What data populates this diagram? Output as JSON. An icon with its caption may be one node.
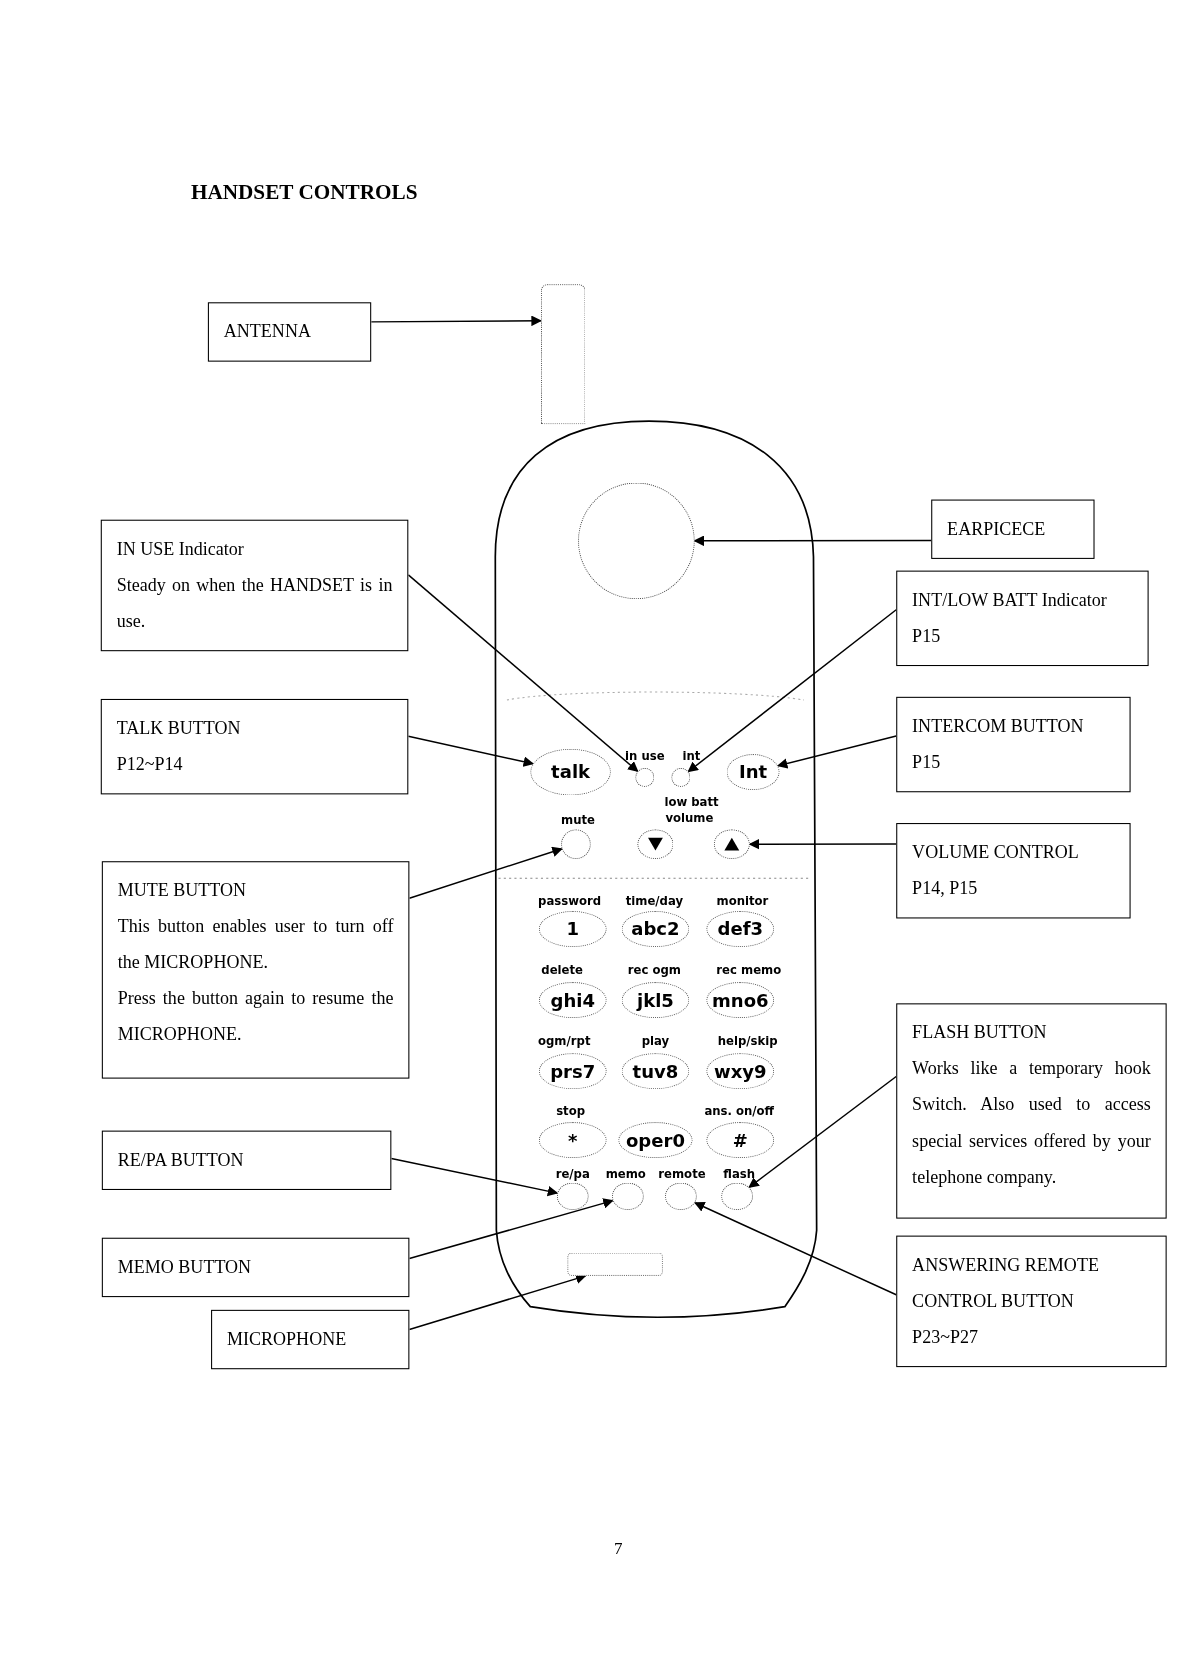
{
  "diagram": {
    "title": "HANDSET CONTROLS",
    "nodes": [
      {
        "text": [
          "ANTENNA"
        ]
      },
      {
        "text": [],
        "shape": "bar"
      },
      {
        "text": [],
        "shape": "circle"
      },
      {
        "text": [
          "EARPICECE"
        ]
      },
      {
        "text": [
          "IN USE Indicator",
          "Steady on when the HANDSET is in use."
        ]
      },
      {
        "text": [
          "INT/LOW BATT Indicator",
          "P15"
        ]
      },
      {
        "text": [
          "TALK BUTTON",
          "P12~P14"
        ]
      },
      {
        "text": [
          "INTERCOM BUTTON",
          "P15"
        ]
      },
      {
        "text": [
          "talk"
        ]
      },
      {
        "text": [],
        "shape": "circle",
        "beside": [
          "in use"
        ]
      },
      {
        "text": [],
        "shape": "circle",
        "beside": [
          "int",
          "low batt"
        ]
      },
      {
        "text": [
          "Int"
        ]
      },
      {
        "text": [],
        "shape": "circle",
        "beside": [
          "mute"
        ]
      },
      {
        "text": [],
        "shape": "circle"
      },
      {
        "text": [],
        "shape": "circle"
      },
      {
        "text": [
          "VOLUME CONTROL",
          "P14, P15"
        ]
      },
      {
        "text": [
          "MUTE BUTTON",
          "This button enables user to turn off the MICROPHONE.",
          "Press the button again to resume the MICROPHONE."
        ]
      },
      {
        "text": [
          "1"
        ],
        "beside": [
          "password"
        ]
      },
      {
        "text": [
          "abc2"
        ],
        "beside": [
          "time/day"
        ]
      },
      {
        "text": [
          "def3"
        ],
        "beside": [
          "monitor"
        ]
      },
      {
        "text": [
          "ghi4"
        ],
        "beside": [
          "delete"
        ]
      },
      {
        "text": [
          "jkl5"
        ],
        "beside": [
          "rec ogm"
        ]
      },
      {
        "text": [
          "mno6"
        ],
        "beside": [
          "rec memo"
        ]
      },
      {
        "text": [
          "prs7"
        ],
        "beside": [
          "ogm/rpt"
        ]
      },
      {
        "text": [
          "tuv8"
        ],
        "beside": [
          "play"
        ]
      },
      {
        "text": [
          "wxy9"
        ],
        "beside": [
          "help/skip"
        ]
      },
      {
        "text": [
          "FLASH BUTTON",
          "Works like a temporary hook Switch. Also used to access special services offered by your telephone company."
        ]
      },
      {
        "text": [
          "*"
        ],
        "beside": [
          "stop"
        ]
      },
      {
        "text": [
          "oper0"
        ]
      },
      {
        "text": [
          "#"
        ],
        "beside": [
          "ans. on/off"
        ]
      },
      {
        "text": [
          "RE/PA BUTTON"
        ]
      },
      {
        "text": [],
        "shape": "circle",
        "beside": [
          "re/pa"
        ]
      },
      {
        "text": [],
        "shape": "circle",
        "beside": [
          "memo"
        ]
      },
      {
        "text": [],
        "shape": "circle",
        "beside": [
          "remote"
        ]
      },
      {
        "text": [],
        "shape": "circle",
        "beside": [
          "flash"
        ]
      },
      {
        "text": [
          "MEMO BUTTON"
        ]
      },
      {
        "text": [
          "ANSWERING REMOTE CONTROL BUTTON",
          "P23~P27"
        ]
      },
      {
        "text": [],
        "shape": "box"
      },
      {
        "text": [
          "MICROPHONE"
        ]
      }
    ],
    "edges": [
      {
        "from": 0,
        "to": 1,
        "arrow": "to"
      },
      {
        "from": 3,
        "to": 2,
        "arrow": "to"
      },
      {
        "from": 4,
        "to": 9,
        "arrow": "to"
      },
      {
        "from": 5,
        "to": 10,
        "arrow": "to"
      },
      {
        "from": 6,
        "to": 8,
        "arrow": "to"
      },
      {
        "from": 7,
        "to": 11,
        "arrow": "to"
      },
      {
        "from": 15,
        "to": 14,
        "arrow": "to"
      },
      {
        "from": 16,
        "to": 12,
        "arrow": "to"
      },
      {
        "from": 26,
        "to": 34,
        "arrow": "to"
      },
      {
        "from": 30,
        "to": 31,
        "arrow": "to"
      },
      {
        "from": 35,
        "to": 32,
        "arrow": "to"
      },
      {
        "from": 36,
        "to": 33,
        "arrow": "to"
      },
      {
        "from": 38,
        "to": 37,
        "arrow": "to"
      }
    ],
    "labels": [
      "volume",
      "7"
    ]
  }
}
